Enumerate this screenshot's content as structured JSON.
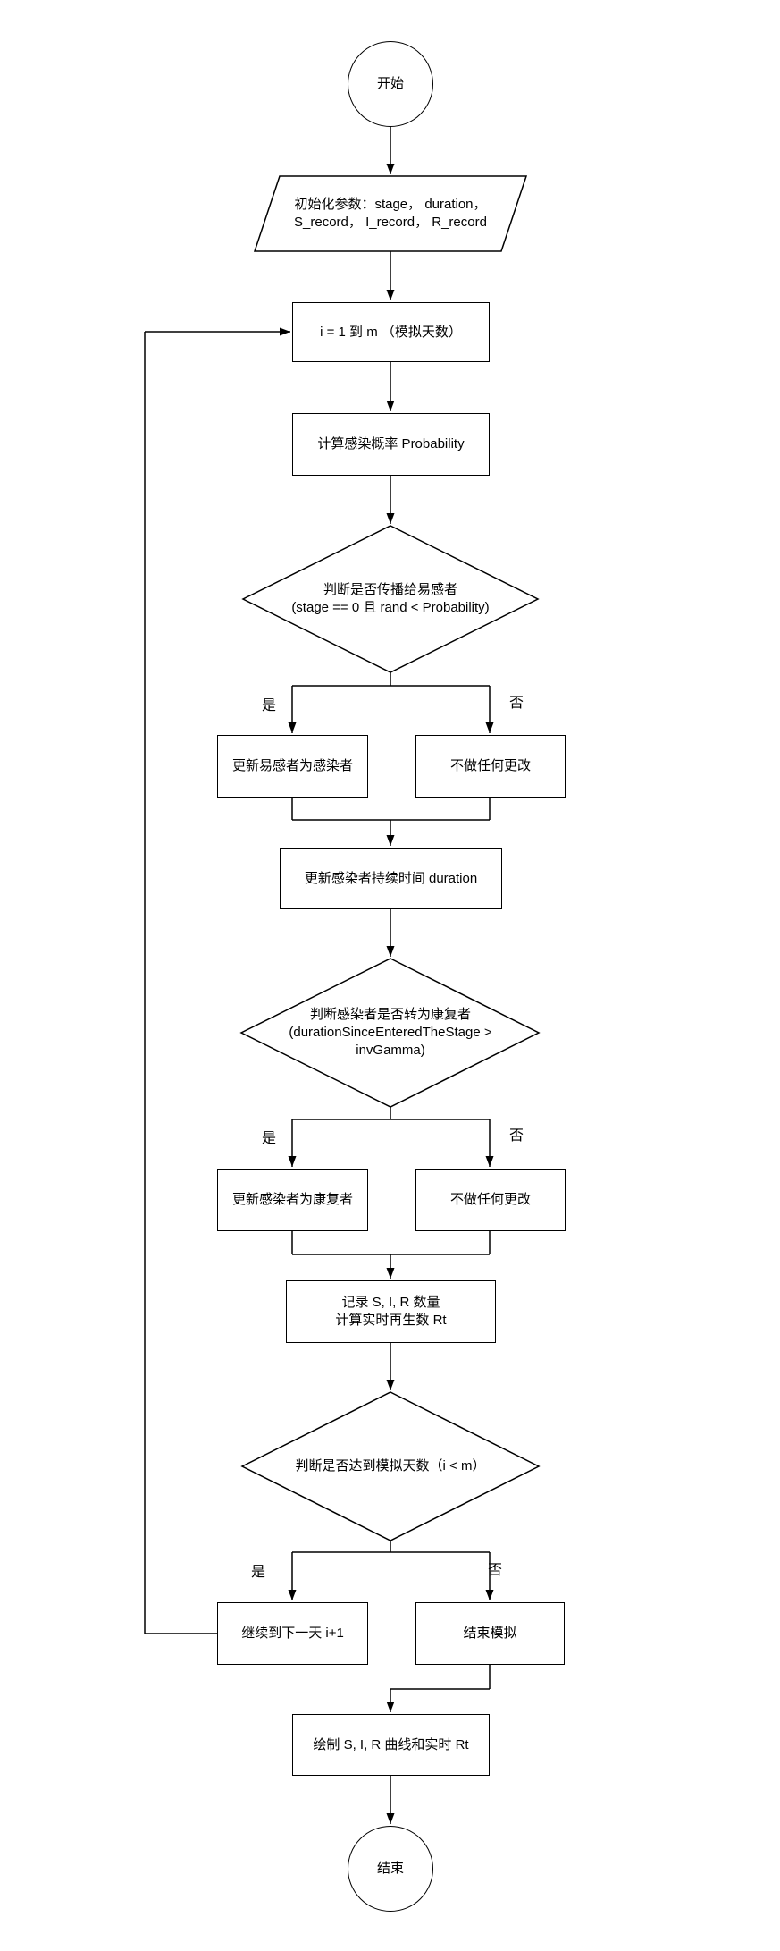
{
  "flowchart": {
    "colors": {
      "stroke": "#000000",
      "node_fill": "#ffffff",
      "background": "#ffffff"
    },
    "branch": {
      "yes": "是",
      "no": "否"
    },
    "nodes": {
      "start": {
        "label": "开始"
      },
      "init": {
        "label": "初始化参数：stage， duration，\nS_record， I_record， R_record"
      },
      "loop_header": {
        "label": "i = 1 到 m （模拟天数）"
      },
      "calc_probability": {
        "label": "计算感染概率 Probability"
      },
      "decision_transmit": {
        "label": "判断是否传播给易感者\n(stage == 0 且 rand < Probability)"
      },
      "update_s_to_i": {
        "label": "更新易感者为感染者"
      },
      "no_change_1": {
        "label": "不做任何更改"
      },
      "update_duration": {
        "label": "更新感染者持续时间 duration"
      },
      "decision_recover": {
        "label": "判断感染者是否转为康复者\n(durationSinceEnteredTheStage >\ninvGamma)"
      },
      "update_i_to_r": {
        "label": "更新感染者为康复者"
      },
      "no_change_2": {
        "label": "不做任何更改"
      },
      "record": {
        "label": "记录 S, I, R 数量\n计算实时再生数 Rt"
      },
      "decision_days": {
        "label": "判断是否达到模拟天数（i < m）"
      },
      "next_day": {
        "label": "继续到下一天 i+1"
      },
      "end_sim": {
        "label": "结束模拟"
      },
      "plot": {
        "label": "绘制 S, I, R 曲线和实时 Rt"
      },
      "end": {
        "label": "结束"
      }
    }
  }
}
